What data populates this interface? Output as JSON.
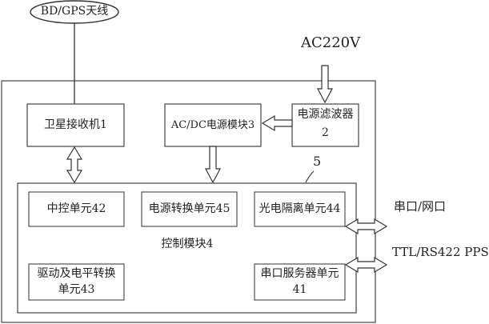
{
  "antenna": {
    "label": "BD/GPS天线"
  },
  "power_input": {
    "label": "AC220V"
  },
  "satellite_receiver": {
    "label": "卫星接收机1"
  },
  "acdc_module": {
    "label": "AC/DC电源模块3"
  },
  "power_filter": {
    "line1": "电源滤波器",
    "line2": "2"
  },
  "callout": {
    "label": "5"
  },
  "control_module": {
    "label": "控制模块4"
  },
  "units": {
    "central_control": "中控单元42",
    "power_conversion": "电源转换单元45",
    "optical_isolation": "光电隔离单元44",
    "drive_level": {
      "line1": "驱动及电平转换",
      "line2": "单元43"
    },
    "serial_server": {
      "line1": "串口服务器单元",
      "line2": "41"
    }
  },
  "external_ports": {
    "serial_network": "串口/网口",
    "ttl_pps": "TTL/RS422 PPS"
  }
}
